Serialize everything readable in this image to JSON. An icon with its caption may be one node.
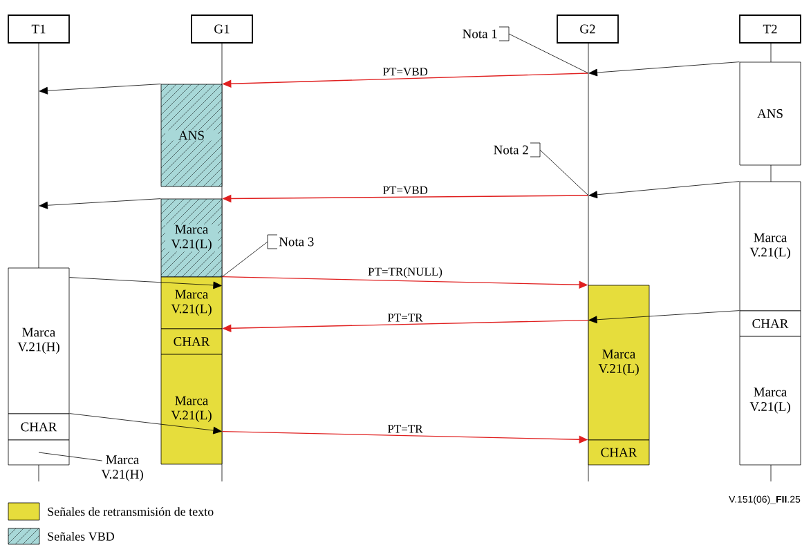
{
  "diagram": {
    "nodes": [
      {
        "text": [
          "T1"
        ]
      },
      {
        "text": [
          "G1"
        ]
      },
      {
        "text": [
          "G2"
        ]
      },
      {
        "text": [
          "T2"
        ]
      },
      {
        "text": [
          "ANS"
        ]
      },
      {
        "text": [
          "Marca V.21(L)"
        ]
      },
      {
        "text": [
          "Marca V.21(L)"
        ]
      },
      {
        "text": [
          "CHAR"
        ]
      },
      {
        "text": [
          "Marca V.21(L)"
        ]
      },
      {
        "text": [
          "Marca V.21(H)"
        ]
      },
      {
        "text": [
          "CHAR"
        ]
      },
      {
        "text": [],
        "shape": "box"
      },
      {
        "text": [
          "Marca V.21(H)"
        ]
      },
      {
        "text": [
          "Marca V.21(L)"
        ]
      },
      {
        "text": [
          "CHAR"
        ]
      },
      {
        "text": [
          "ANS"
        ]
      },
      {
        "text": [
          "Marca V.21(L)"
        ]
      },
      {
        "text": [
          "CHAR"
        ]
      },
      {
        "text": [
          "Marca V.21(L)"
        ]
      },
      {
        "text": [
          "Nota 1"
        ]
      },
      {
        "text": [
          "Nota 2"
        ]
      },
      {
        "text": [
          "Nota 3"
        ]
      }
    ],
    "edges": [
      {
        "from": 15,
        "to": null,
        "arrow": "to"
      },
      {
        "from": null,
        "to": 4,
        "arrow": "to",
        "label": "PT=VBD",
        "color": "#e02020"
      },
      {
        "from": 4,
        "to": null,
        "arrow": "to"
      },
      {
        "from": 16,
        "to": null,
        "arrow": "to"
      },
      {
        "from": null,
        "to": 5,
        "arrow": "to",
        "label": "PT=VBD",
        "color": "#e02020"
      },
      {
        "from": 5,
        "to": null,
        "arrow": "to"
      },
      {
        "from": 9,
        "to": 6,
        "arrow": "to"
      },
      {
        "from": 6,
        "to": 13,
        "arrow": "to",
        "label": "PT=TR(NULL)",
        "color": "#e02020"
      },
      {
        "from": 17,
        "to": 13,
        "arrow": "to"
      },
      {
        "from": 13,
        "to": 7,
        "arrow": "to",
        "label": "PT=TR",
        "color": "#e02020"
      },
      {
        "from": 10,
        "to": 8,
        "arrow": "to"
      },
      {
        "from": 8,
        "to": 14,
        "arrow": "to",
        "label": "PT=TR",
        "color": "#e02020"
      },
      {
        "from": 19,
        "to": null,
        "arrow": "none"
      },
      {
        "from": 20,
        "to": null,
        "arrow": "none"
      },
      {
        "from": 21,
        "to": 6,
        "arrow": "none"
      },
      {
        "from": 12,
        "to": 11,
        "arrow": "none"
      }
    ],
    "labels": [
      "V.151(06)**_FII**.25"
    ],
    "legend": [
      {
        "text": "Señales de retransmisión de texto",
        "color": "#e6dd3c"
      },
      {
        "text": "Señales VBD"
      }
    ]
  }
}
